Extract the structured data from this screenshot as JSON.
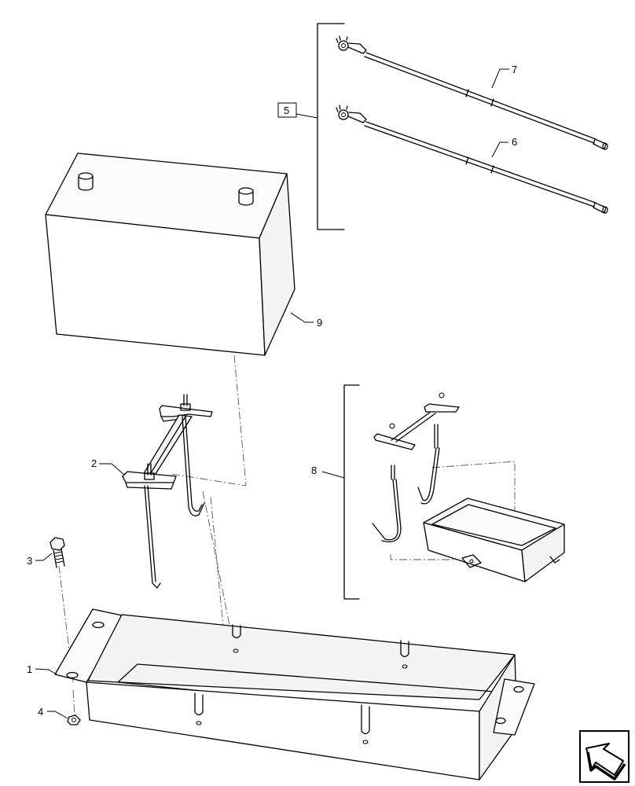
{
  "callouts": {
    "c1": "1",
    "c2": "2",
    "c3": "3",
    "c4": "4",
    "c5": "5",
    "c6": "6",
    "c7": "7",
    "c8": "8",
    "c9": "9"
  },
  "icons": {
    "nav": "return-arrow-icon"
  }
}
